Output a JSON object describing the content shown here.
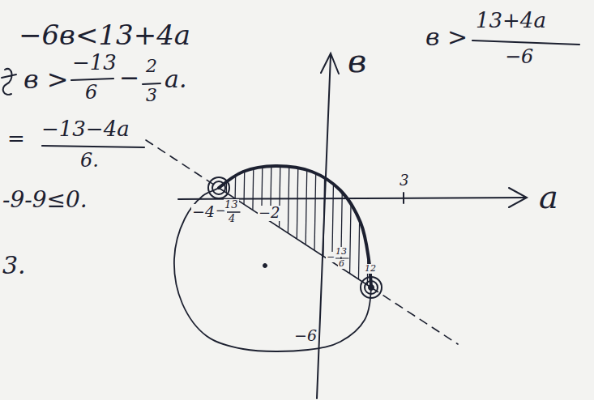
{
  "diagram": {
    "labels": [
      "−6в<13+4a",
      "в >",
      "−13",
      "6",
      "−",
      "2",
      "3",
      "a.",
      "=",
      "−13−4a",
      "6.",
      "-9-9≤0.",
      "3.",
      "в >",
      "13+4a",
      "−6",
      "в",
      "a",
      "3",
      "−4",
      "−",
      "13",
      "4",
      "−2",
      "−",
      "13",
      "6",
      "12",
      "−6"
    ]
  }
}
